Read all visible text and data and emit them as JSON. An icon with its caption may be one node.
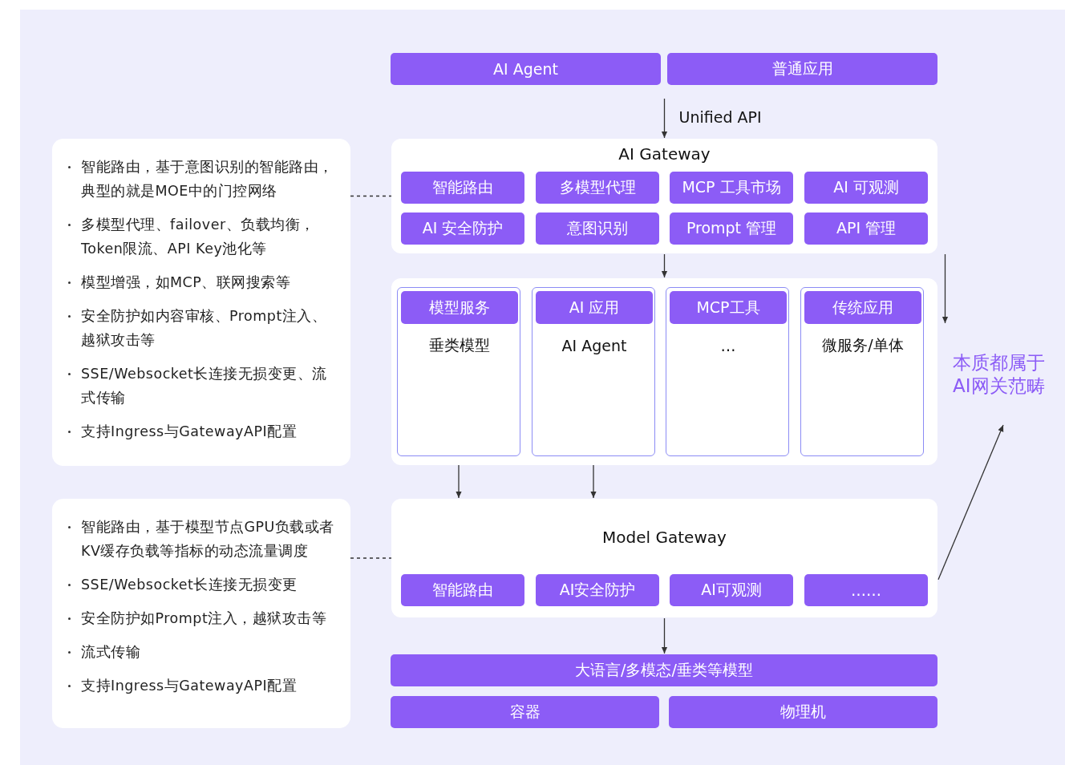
{
  "diagram": {
    "nodes": [
      {
        "text": [
          "AI Agent"
        ]
      },
      {
        "text": [
          "普通应用"
        ]
      },
      {
        "text": [
          "AI Gateway"
        ]
      },
      {
        "text": [
          "智能路由"
        ],
        "in": 2
      },
      {
        "text": [
          "多模型代理"
        ],
        "in": 2
      },
      {
        "text": [
          "MCP 工具市场"
        ],
        "in": 2
      },
      {
        "text": [
          "AI 可观测"
        ],
        "in": 2
      },
      {
        "text": [
          "AI 安全防护"
        ],
        "in": 2
      },
      {
        "text": [
          "意图识别"
        ],
        "in": 2
      },
      {
        "text": [
          "Prompt 管理"
        ],
        "in": 2
      },
      {
        "text": [
          "API 管理"
        ],
        "in": 2
      },
      {
        "text": [],
        "shape": "box"
      },
      {
        "text": [],
        "shape": "box",
        "in": 11
      },
      {
        "text": [
          "模型服务"
        ],
        "in": 12
      },
      {
        "text": [
          "垂类模型"
        ],
        "in": 12
      },
      {
        "text": [],
        "shape": "box",
        "in": 11
      },
      {
        "text": [
          "AI 应用"
        ],
        "in": 15
      },
      {
        "text": [
          "AI Agent"
        ],
        "in": 15
      },
      {
        "text": [],
        "shape": "box",
        "in": 11
      },
      {
        "text": [
          "MCP工具"
        ],
        "in": 18
      },
      {
        "text": [
          "…"
        ],
        "in": 18
      },
      {
        "text": [],
        "shape": "box",
        "in": 11
      },
      {
        "text": [
          "传统应用"
        ],
        "in": 21
      },
      {
        "text": [
          "微服务/单体"
        ],
        "in": 21
      },
      {
        "text": [
          "Model Gateway"
        ]
      },
      {
        "text": [
          "智能路由"
        ],
        "in": 24
      },
      {
        "text": [
          "AI安全防护"
        ],
        "in": 24
      },
      {
        "text": [
          "AI可观测"
        ],
        "in": 24
      },
      {
        "text": [
          "……"
        ],
        "in": 24
      },
      {
        "text": [
          "大语言/多模态/垂类等模型"
        ]
      },
      {
        "text": [
          "容器"
        ]
      },
      {
        "text": [
          "物理机"
        ]
      },
      {
        "text": [
          "智能路由，基于意图识别的智能路由，典型的就是MOE中的门控网络",
          "多模型代理、failover、负载均衡，Token限流、API Key池化等",
          "模型增强，如MCP、联网搜索等",
          "安全防护如内容审核、Prompt注入、越狱攻击等",
          "SSE/Websocket长连接无损变更、流式传输",
          "支持Ingress与GatewayAPI配置"
        ]
      },
      {
        "text": [
          "智能路由，基于模型节点GPU负载或者KV缓存负载等指标的动态流量调度",
          "SSE/Websocket长连接无损变更",
          "安全防护如Prompt注入，越狱攻击等",
          "流式传输",
          "支持Ingress与GatewayAPI配置"
        ]
      },
      {
        "text": [
          "本质都属于AI网关范畴"
        ]
      }
    ],
    "edges": [
      {
        "from": null,
        "to": 2,
        "arrow": "to",
        "label": "Unified API"
      },
      {
        "from": 2,
        "to": 11,
        "arrow": "to"
      },
      {
        "from": 12,
        "to": 24,
        "arrow": "to"
      },
      {
        "from": 15,
        "to": 24,
        "arrow": "to"
      },
      {
        "from": 24,
        "to": 29,
        "arrow": "to"
      },
      {
        "from": 32,
        "to": 2,
        "arrow": "none",
        "style": "dashed"
      },
      {
        "from": 33,
        "to": 24,
        "arrow": "none",
        "style": "dashed"
      },
      {
        "from": 2,
        "to": 34,
        "arrow": "to"
      },
      {
        "from": 24,
        "to": 34,
        "arrow": "to"
      }
    ]
  }
}
